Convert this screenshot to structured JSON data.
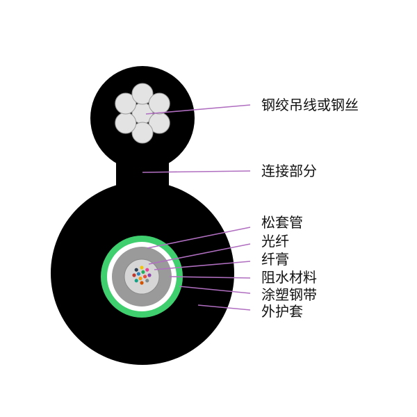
{
  "labels": {
    "messenger_wire": "钢绞吊线或钢丝",
    "connecting_part": "连接部分",
    "loose_tube": "松套管",
    "optical_fiber": "光纤",
    "fiber_gel": "纤膏",
    "water_blocking": "阻水材料",
    "coated_steel_tape": "涂塑钢带",
    "outer_sheath": "外护套"
  },
  "colors": {
    "sheath": "#000000",
    "steel_wire": "#e3e3e3",
    "steel_tape": "#3fcf6f",
    "water_blocking": "#ffffff",
    "loose_tube": "#9a9a9a",
    "fiber_gel": "#d6d6d6",
    "leader_line": "#b06ec0",
    "label_text": "#111111"
  },
  "fiber_colors": [
    "#e74c3c",
    "#f39c12",
    "#2980b9",
    "#27ae60",
    "#8e44ad",
    "#7f8c8d",
    "#d35400",
    "#16a085",
    "#c0392b",
    "#2c3e50",
    "#f1c40f",
    "#e84393"
  ]
}
